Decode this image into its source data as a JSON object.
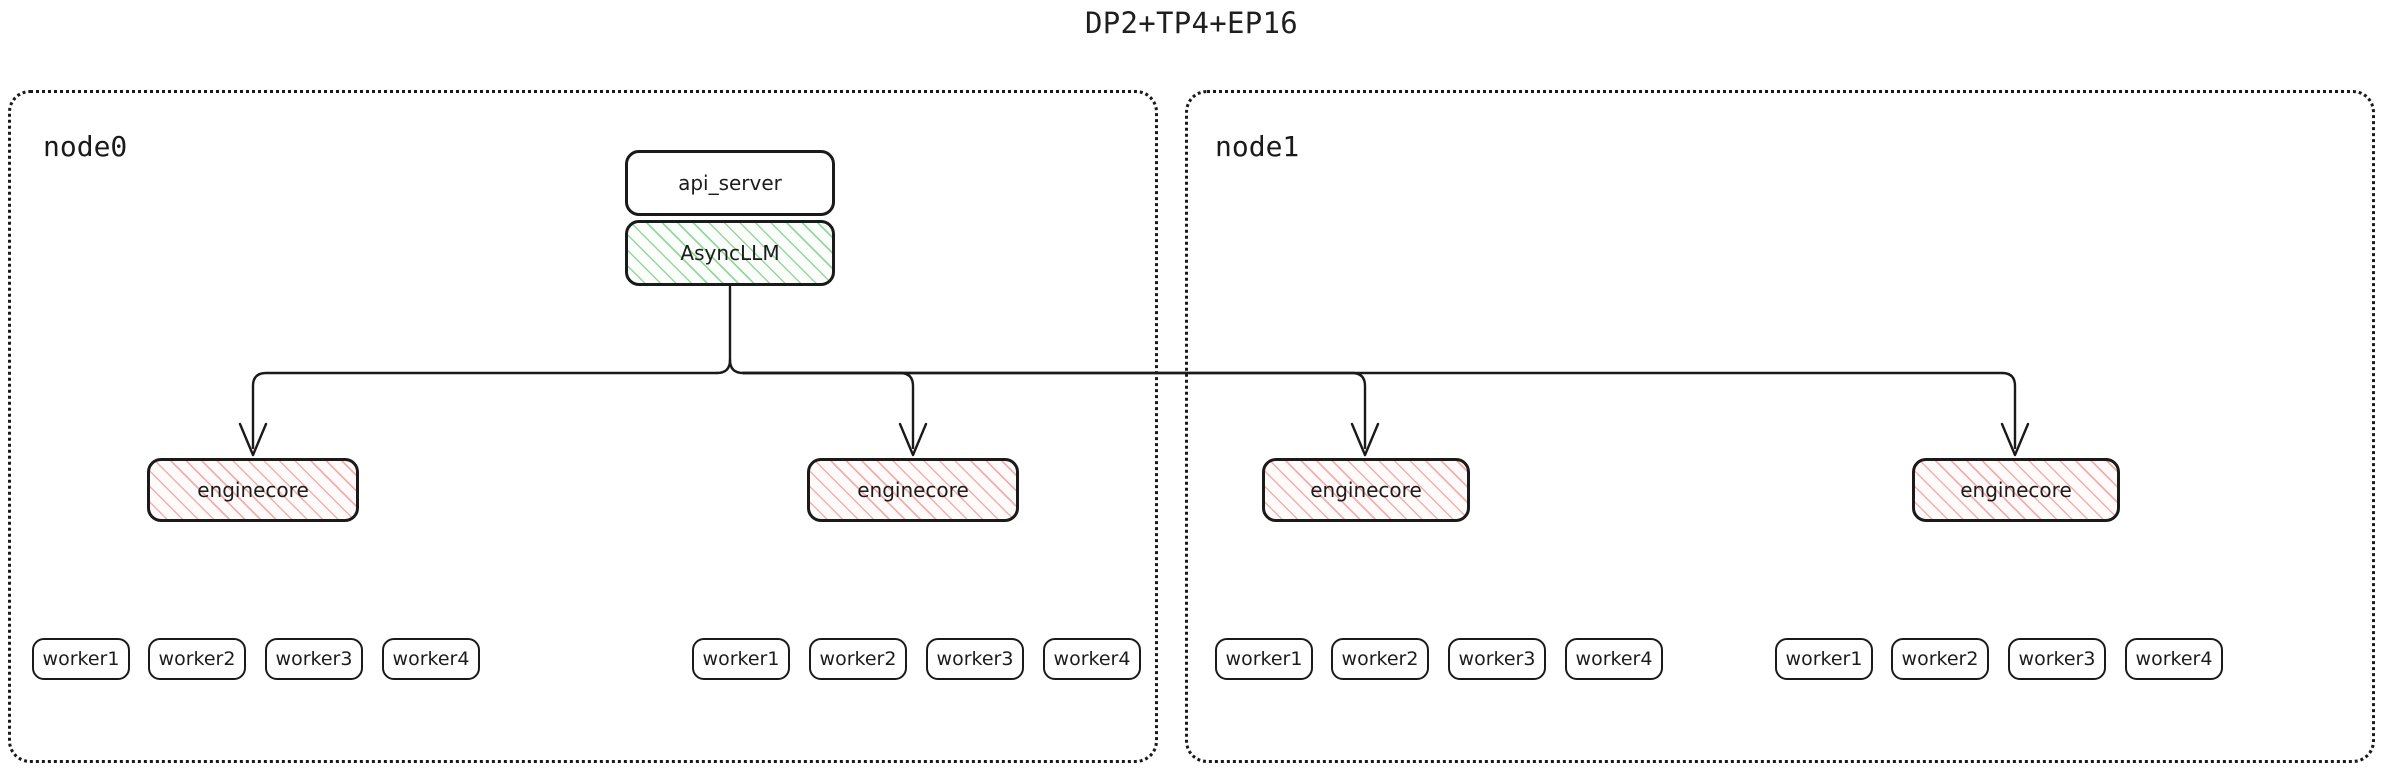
{
  "title": "DP2+TP4+EP16",
  "colors": {
    "stroke": "#1a1a1a",
    "background": "#ffffff",
    "asyncllm_hatch": "#82d28c",
    "enginecore_hatch": "#f3a0a0"
  },
  "nodes": [
    {
      "id": "node0",
      "label": "node0"
    },
    {
      "id": "node1",
      "label": "node1"
    }
  ],
  "components": {
    "api_server": "api_server",
    "async_llm": "AsyncLLM"
  },
  "enginecores": [
    {
      "label": "enginecore",
      "node": "node0"
    },
    {
      "label": "enginecore",
      "node": "node0"
    },
    {
      "label": "enginecore",
      "node": "node1"
    },
    {
      "label": "enginecore",
      "node": "node1"
    }
  ],
  "worker_groups": [
    {
      "node": "node0",
      "workers": [
        "worker1",
        "worker2",
        "worker3",
        "worker4"
      ]
    },
    {
      "node": "node0",
      "workers": [
        "worker1",
        "worker2",
        "worker3",
        "worker4"
      ]
    },
    {
      "node": "node1",
      "workers": [
        "worker1",
        "worker2",
        "worker3",
        "worker4"
      ]
    },
    {
      "node": "node1",
      "workers": [
        "worker1",
        "worker2",
        "worker3",
        "worker4"
      ]
    }
  ]
}
